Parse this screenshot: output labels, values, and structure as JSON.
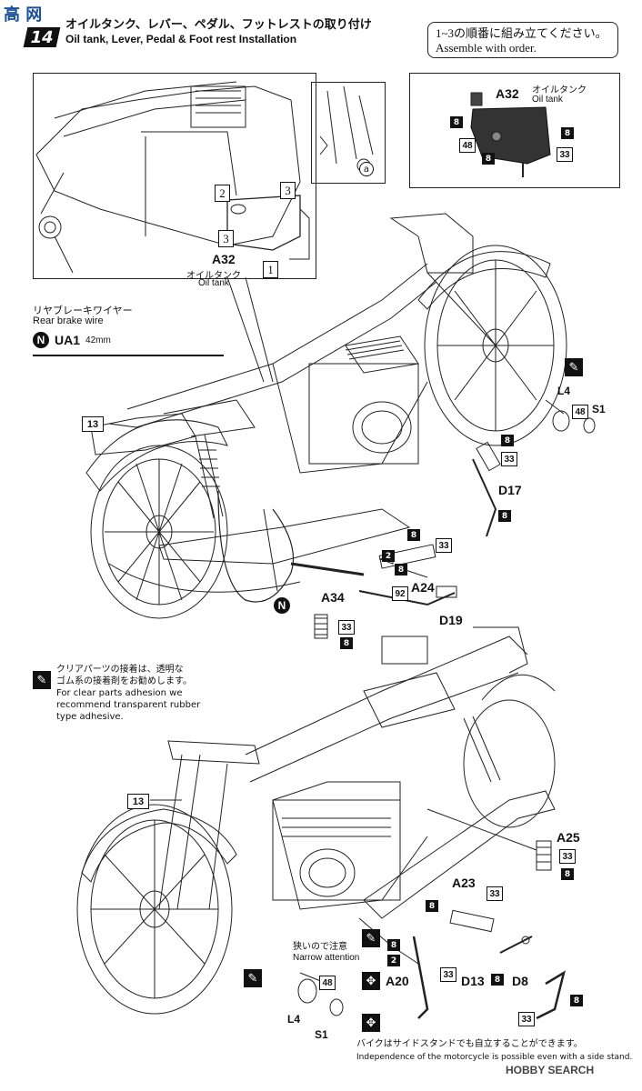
{
  "watermark_top": "高 网",
  "step": {
    "number": "14",
    "title_jp": "オイルタンク、レバー、ペダル、フットレストの取り付け",
    "title_en": "Oil tank, Lever, Pedal & Foot rest Installation"
  },
  "order_note": {
    "jp": "1~3の順番に組み立てください。",
    "en": "Assemble with order."
  },
  "callout": {
    "part": "A32",
    "jp": "オイルタンク",
    "en": "Oil tank",
    "steps": [
      "1",
      "2",
      "3",
      "3"
    ],
    "sub_label": "a"
  },
  "oiltank_box": {
    "part": "A32",
    "jp": "オイルタンク",
    "en": "Oil tank",
    "labels": [
      "8",
      "8",
      "48",
      "8",
      "33"
    ]
  },
  "brake_wire": {
    "jp": "リヤブレーキワイヤー",
    "en": "Rear brake wire",
    "marker": "N",
    "code": "UA1",
    "length": "42mm"
  },
  "upper_parts": {
    "frame_13": "13",
    "L4": "L4",
    "S1": "S1",
    "n48": "48",
    "D17": "D17",
    "n8a": "8",
    "n33a": "33",
    "n8b": "8",
    "n8c": "8",
    "n2": "2",
    "n33b": "33",
    "n8d": "8",
    "A24": "A24",
    "n92": "92",
    "D19": "D19",
    "A34": "A34",
    "n33c": "33",
    "n8e": "8",
    "N": "N"
  },
  "clear_note": {
    "jp1": "クリアパーツの接着は、透明な",
    "jp2": "ゴム系の接着剤をお勧めします。",
    "en1": "For clear parts adhesion we",
    "en2": "recommend transparent rubber",
    "en3": "type adhesive."
  },
  "lower_parts": {
    "frame_13": "13",
    "A25": "A25",
    "n33a": "33",
    "n8a": "8",
    "A23": "A23",
    "n8b": "8",
    "n33b": "33",
    "narrow_jp": "狭いので注意",
    "narrow_en": "Narrow attention",
    "n8c": "8",
    "n2": "2",
    "A20": "A20",
    "n33c": "33",
    "D13": "D13",
    "n8d": "8",
    "D8": "D8",
    "n8e": "8",
    "n33d": "33",
    "L4": "L4",
    "n48": "48",
    "S1": "S1"
  },
  "footer": {
    "jp": "バイクはサイドスタンドでも自立することができます。",
    "en": "Independence of the motorcycle is possible even with a side stand."
  },
  "watermark_bottom": "HOBBY SEARCH",
  "watermark_left": "高网"
}
